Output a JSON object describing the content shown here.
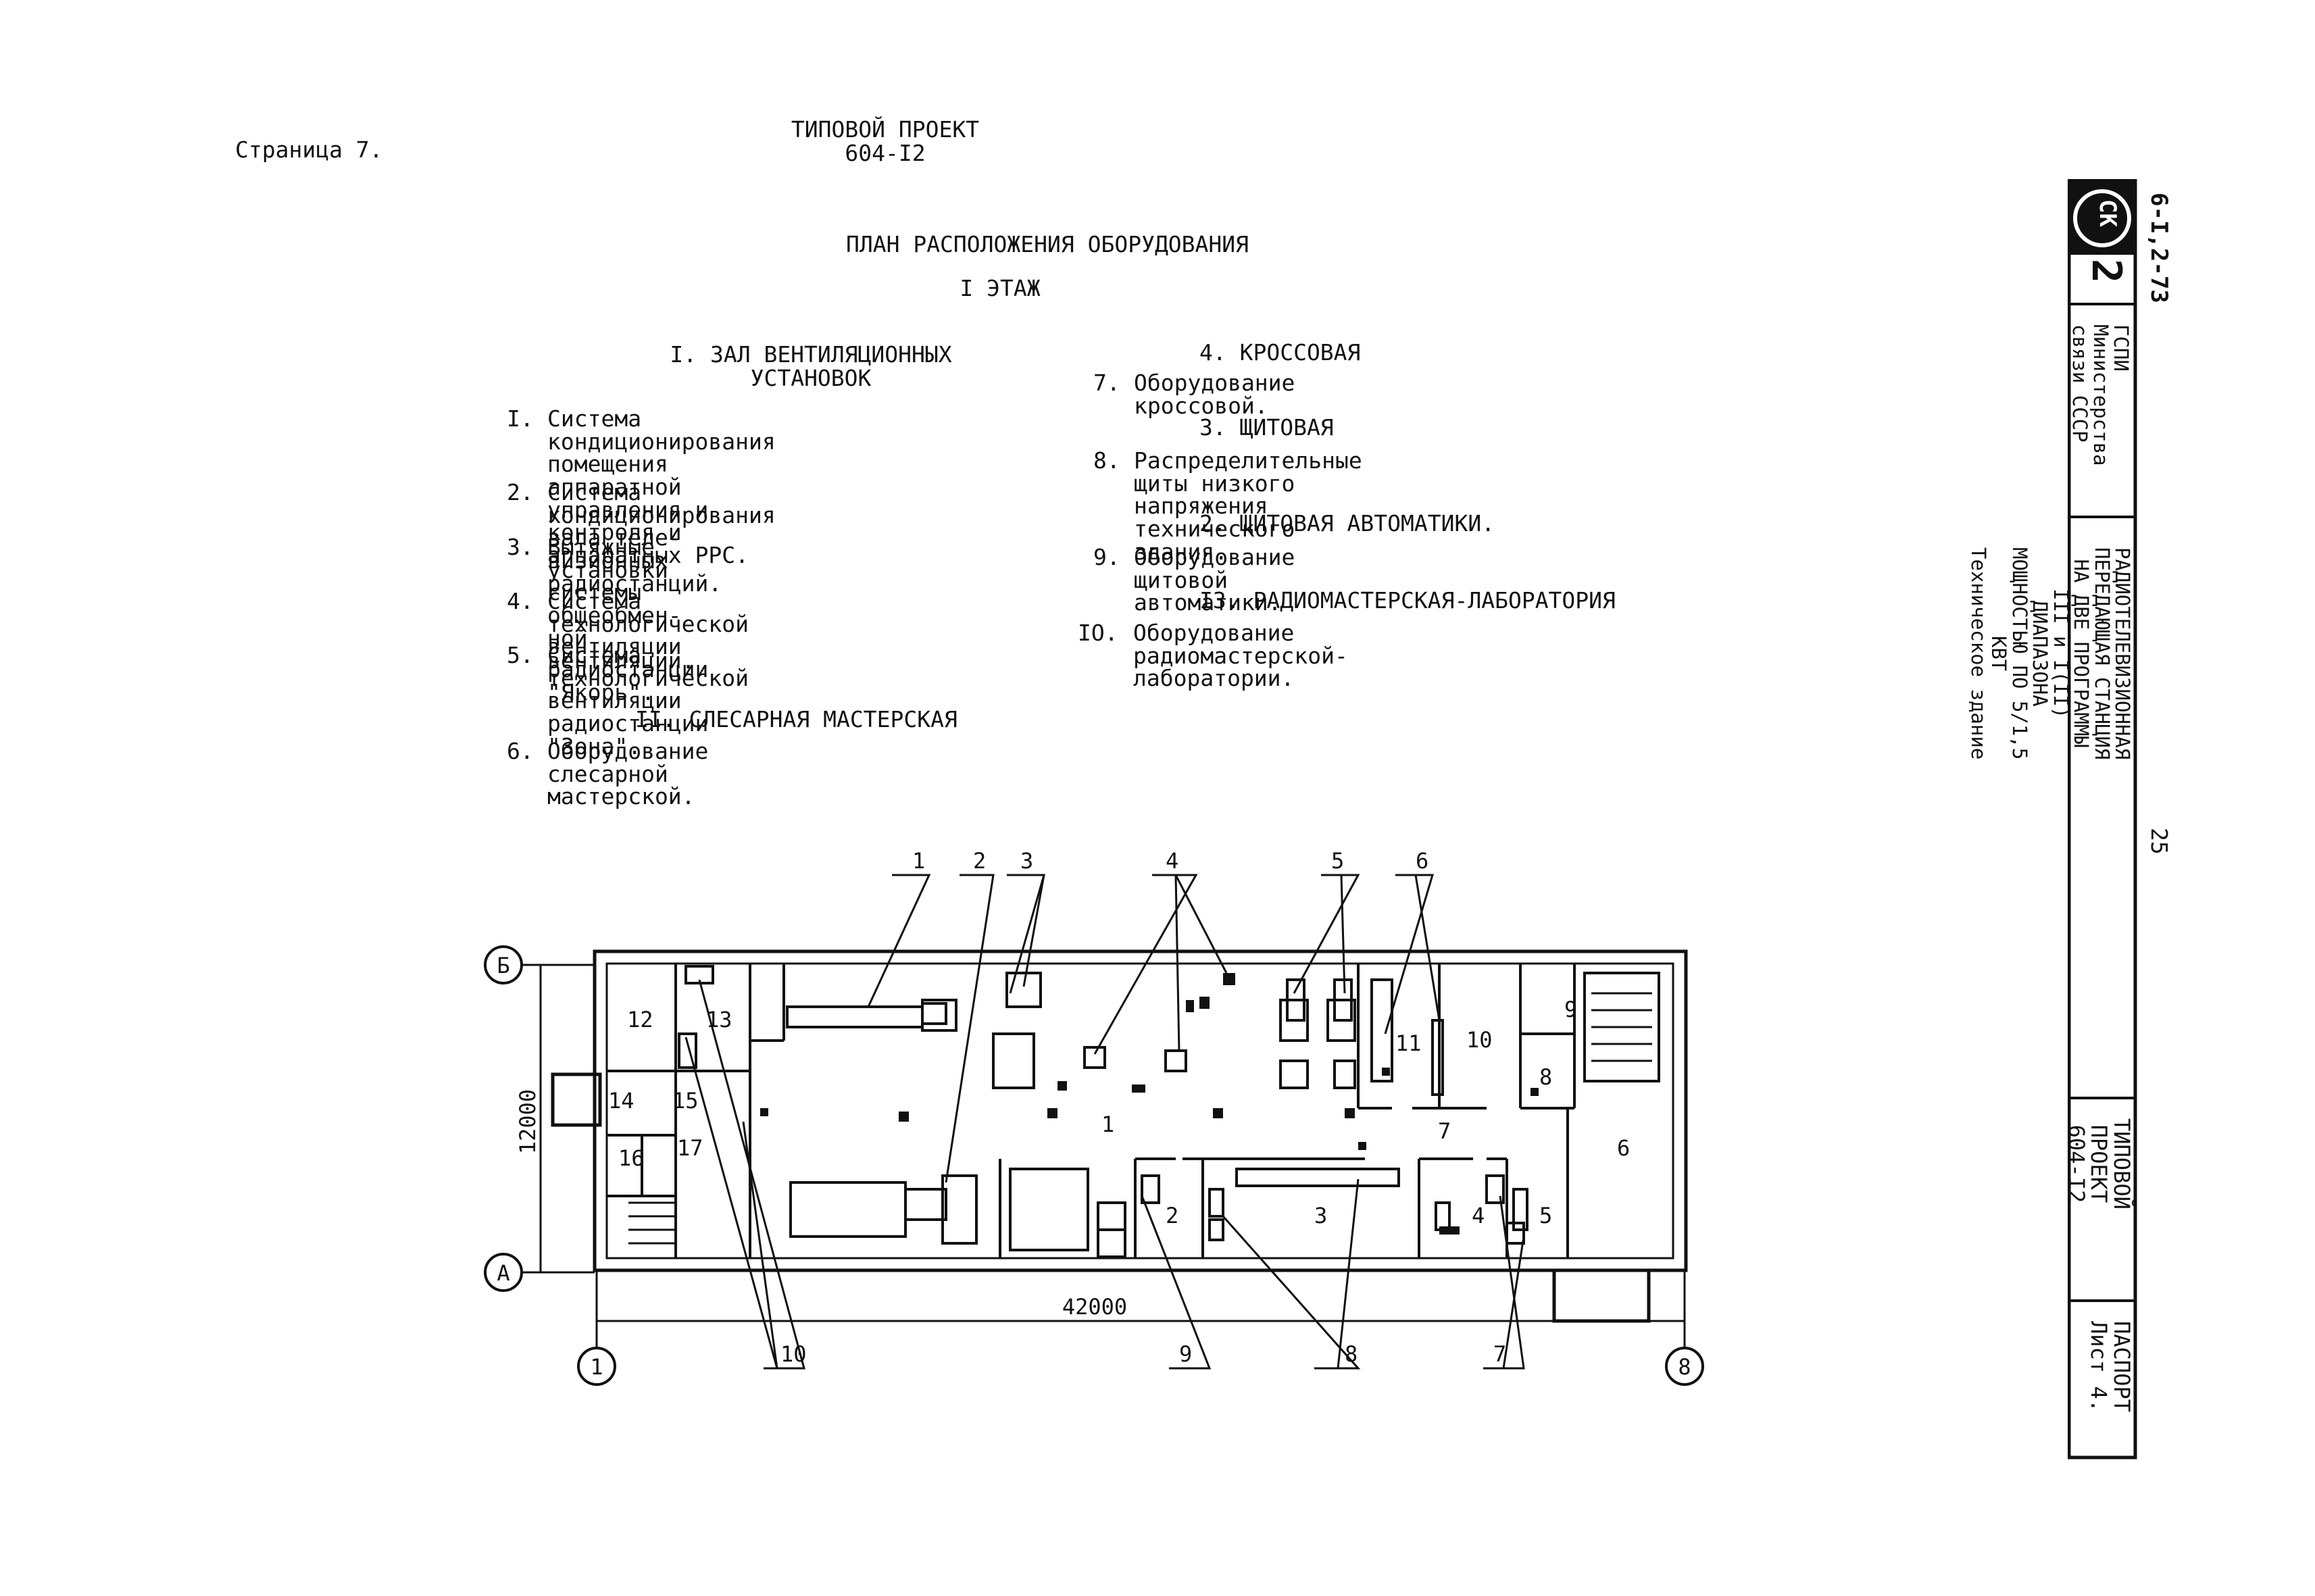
{
  "header": {
    "page_label": "Страница 7.",
    "project_line1": "ТИПОВОЙ ПРОЕКТ",
    "project_line2": "604-I2"
  },
  "title": {
    "main": "ПЛАН РАСПОЛОЖЕНИЯ ОБОРУДОВАНИЯ",
    "floor": "I ЭТАЖ"
  },
  "legend_left": {
    "section1_title": "I. ЗАЛ ВЕНТИЛЯЦИОННЫХ\nУСТАНОВОК",
    "items1": [
      {
        "num": "I.",
        "text": "Система кондиционирования помещения\nаппаратной управления и контроля и\nаппаратных РРС."
      },
      {
        "num": "2.",
        "text": "Система кондиционирования зала теле-\nвизионных радиостанций."
      },
      {
        "num": "3.",
        "text": "Вытяжные установки системы общеобмен-\nной вентиляции."
      },
      {
        "num": "4.",
        "text": "Система технологической вентиляции\nрадиостанции \"Якорь\"."
      },
      {
        "num": "5.",
        "text": "Система технологической вентиляции\nрадиостанции \"Зона\"."
      }
    ],
    "section2_title": "II. СЛЕСАРНАЯ МАСТЕРСКАЯ",
    "items2": [
      {
        "num": "6.",
        "text": "Оборудование слесарной мастерской."
      }
    ]
  },
  "legend_right": {
    "section4_title": "4. КРОССОВАЯ",
    "item7": {
      "num": "7.",
      "text": "Оборудование кроссовой."
    },
    "section3_title": "3. ЩИТОВАЯ",
    "item8": {
      "num": "8.",
      "text": "Распределительные щиты низкого напряжения\nтехнического здания."
    },
    "section2_title": "2. ЩИТОВАЯ АВТОМАТИКИ.",
    "item9": {
      "num": "9.",
      "text": "Оборудование щитовой автоматики."
    },
    "section13_title": "I3. РАДИОМАСТЕРСКАЯ-ЛАБОРАТОРИЯ",
    "item10": {
      "num": "IO.",
      "text": "Оборудование радиомастерской-лаборатории."
    }
  },
  "plan": {
    "axis_labels": {
      "B": "Б",
      "A": "А",
      "left": "1",
      "right": "8"
    },
    "dim_vertical": "12000",
    "dim_horizontal": "42000",
    "callouts_top": [
      "1",
      "2",
      "3",
      "4",
      "5",
      "6"
    ],
    "callouts_bottom": [
      "10",
      "9",
      "8",
      "7"
    ],
    "room_numbers": [
      "1",
      "2",
      "3",
      "4",
      "5",
      "6",
      "7",
      "8",
      "9",
      "10",
      "11",
      "12",
      "13",
      "14",
      "15",
      "16",
      "17"
    ]
  },
  "stamp": {
    "code": "6-I,2-73",
    "logo_letters": "СК",
    "logo_num": "2",
    "org": "ГСПИ\nМинистерства\nсвязи СССР",
    "project_title": "РАДИОТЕЛЕВИЗИОННАЯ ПЕРЕДАЮЩАЯ СТАНЦИЯ\nНА ДВЕ ПРОГРАММЫ III и I(II) ДИАПАЗОНА\nМОЩНОСТЬЮ ПО 5/1,5 КВТ\nТехническое здание",
    "page_num": "25",
    "type_project": "ТИПОВОЙ ПРОЕКТ\n604-I2",
    "passport": "ПАСПОРТ\nЛист 4."
  }
}
